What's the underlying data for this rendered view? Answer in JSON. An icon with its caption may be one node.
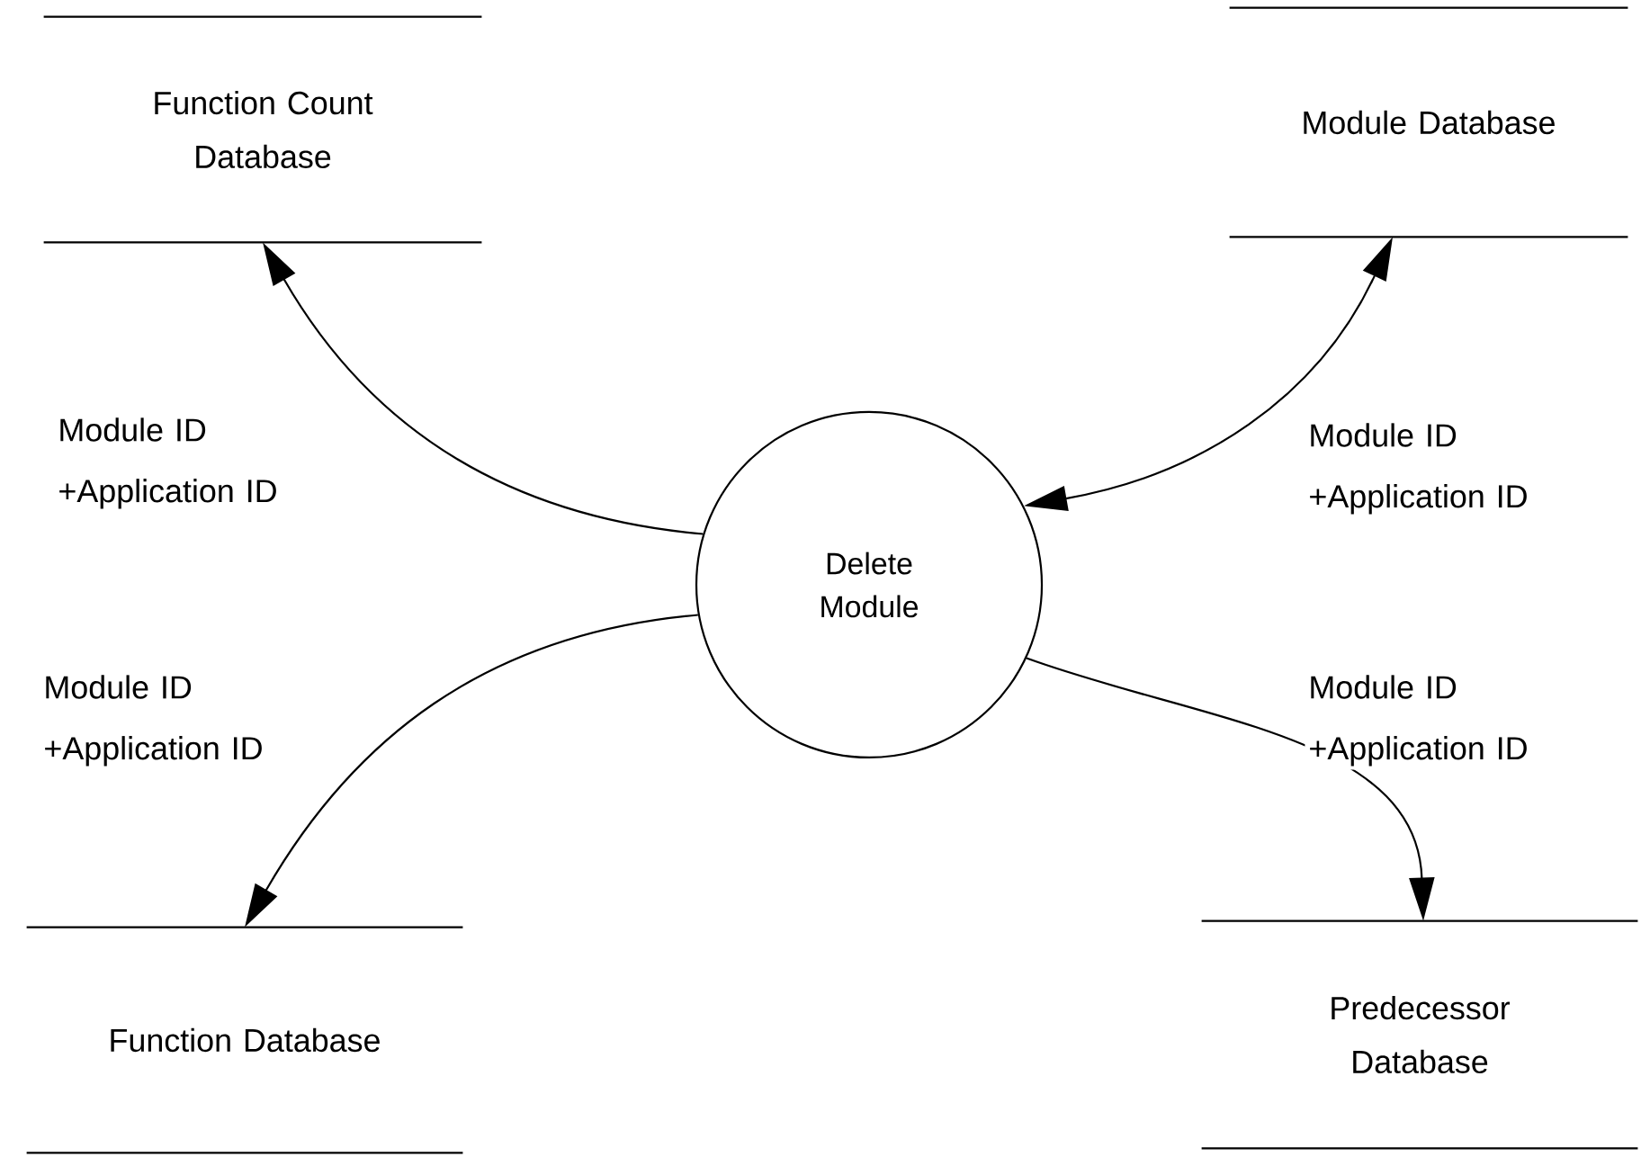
{
  "diagram": {
    "nodes": [
      {
        "text": [
          "Function Count Database"
        ]
      },
      {
        "text": [
          "Module Database"
        ]
      },
      {
        "text": [
          "Delete Module"
        ]
      },
      {
        "text": [
          "Function Database"
        ]
      },
      {
        "text": [
          "Predecessor Database"
        ]
      }
    ],
    "edges": [
      {
        "from": 2,
        "to": 0,
        "arrow": "to",
        "label": "Module ID +Application ID"
      },
      {
        "from": 2,
        "to": 1,
        "arrow": "both",
        "label": "Module ID +Application ID"
      },
      {
        "from": 2,
        "to": 3,
        "arrow": "to",
        "label": "Module ID +Application ID"
      },
      {
        "from": 2,
        "to": 4,
        "arrow": "to",
        "label": "Module ID +Application ID"
      }
    ]
  }
}
